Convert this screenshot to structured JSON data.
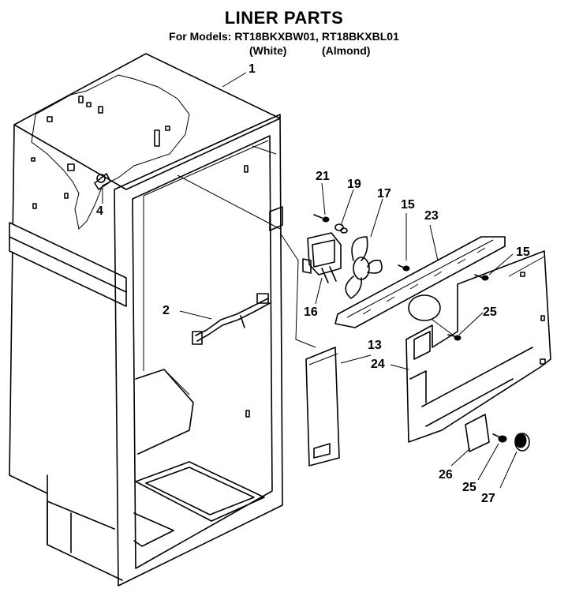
{
  "header": {
    "title": "LINER PARTS",
    "models_line": "For Models: RT18BKXBW01, RT18BKXBL01",
    "variant_white": "(White)",
    "variant_almond": "(Almond)"
  },
  "callouts": [
    {
      "id": "1",
      "label": "1"
    },
    {
      "id": "2",
      "label": "2"
    },
    {
      "id": "4",
      "label": "4"
    },
    {
      "id": "21",
      "label": "21"
    },
    {
      "id": "19",
      "label": "19"
    },
    {
      "id": "17",
      "label": "17"
    },
    {
      "id": "15a",
      "label": "15"
    },
    {
      "id": "23",
      "label": "23"
    },
    {
      "id": "15b",
      "label": "15"
    },
    {
      "id": "16",
      "label": "16"
    },
    {
      "id": "25a",
      "label": "25"
    },
    {
      "id": "13",
      "label": "13"
    },
    {
      "id": "24",
      "label": "24"
    },
    {
      "id": "26",
      "label": "26"
    },
    {
      "id": "25b",
      "label": "25"
    },
    {
      "id": "27",
      "label": "27"
    }
  ]
}
